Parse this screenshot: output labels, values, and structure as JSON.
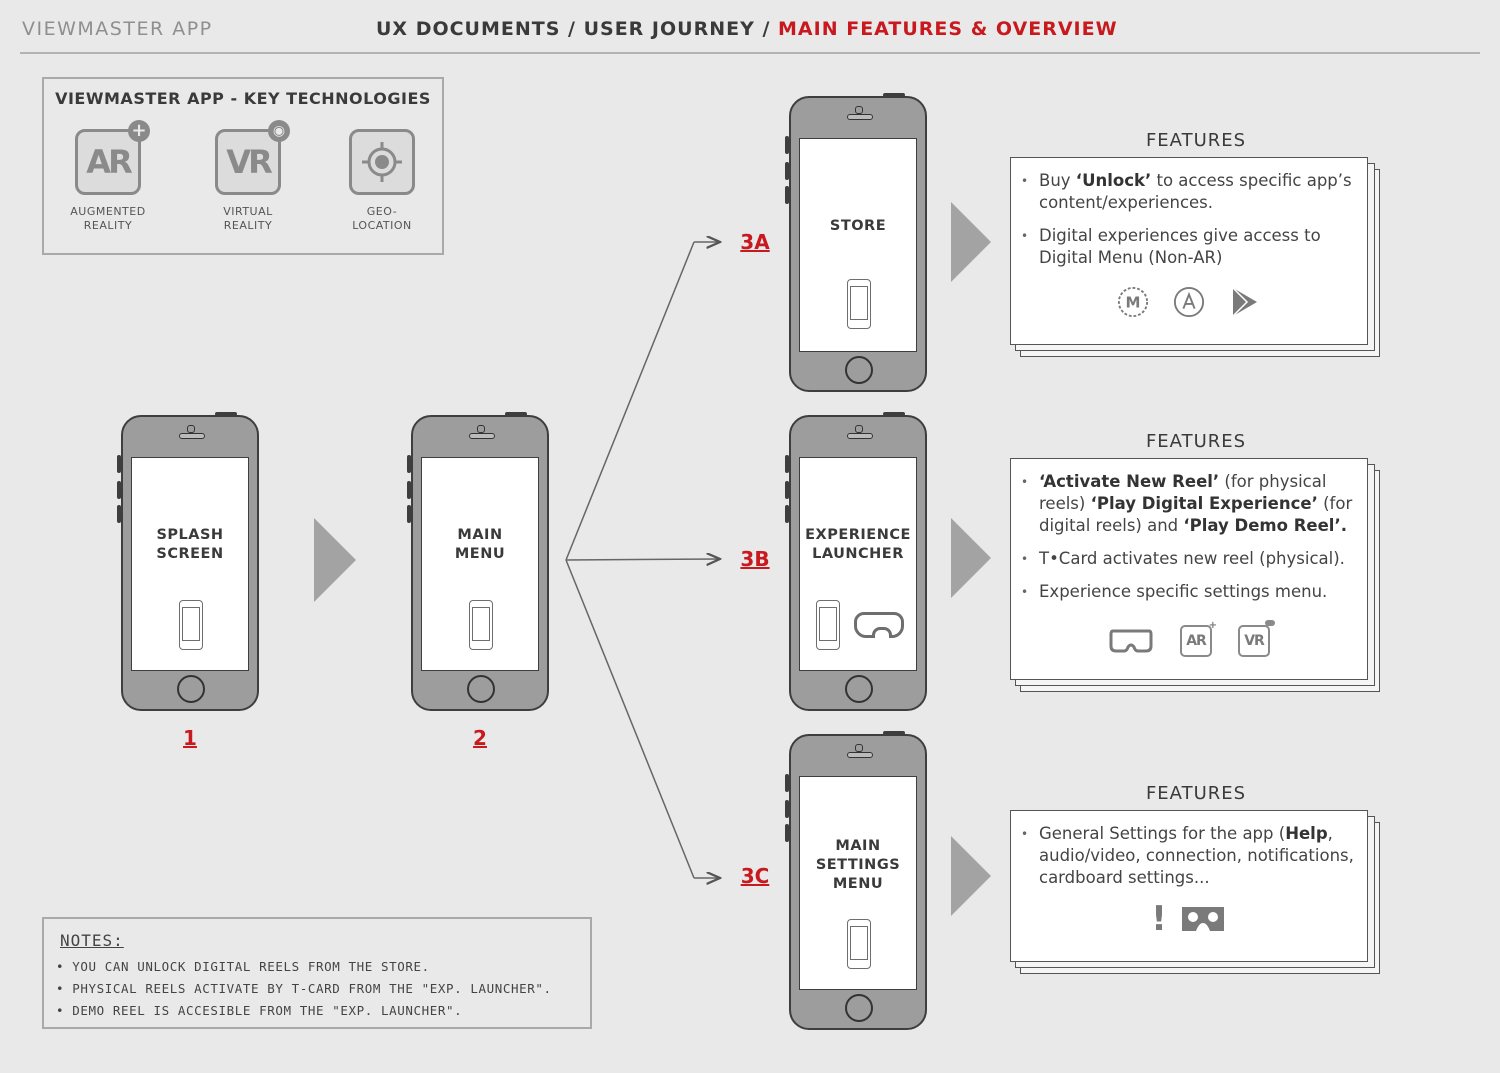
{
  "header": {
    "app_title": "VIEWMASTER APP",
    "crumb_prefix": "UX DOCUMENTS / USER JOURNEY / ",
    "crumb_highlight": "MAIN FEATURES & OVERVIEW"
  },
  "key_technologies": {
    "title": "VIEWMASTER APP - KEY TECHNOLOGIES",
    "items": [
      {
        "icon_text": "AR",
        "badge": "+",
        "label_line1": "AUGMENTED",
        "label_line2": "REALITY"
      },
      {
        "icon_text": "VR",
        "badge": "◉",
        "label_line1": "VIRTUAL",
        "label_line2": "REALITY"
      },
      {
        "icon_text": "",
        "badge": "",
        "label_line1": "GEO-",
        "label_line2": "LOCATION"
      }
    ]
  },
  "screens": {
    "splash": {
      "line1": "SPLASH",
      "line2": "SCREEN",
      "step": "1"
    },
    "main_menu": {
      "line1": "MAIN",
      "line2": "MENU",
      "step": "2"
    },
    "store": {
      "line1": "STORE",
      "step": "3A"
    },
    "launcher": {
      "line1": "EXPERIENCE",
      "line2": "LAUNCHER",
      "step": "3B"
    },
    "settings": {
      "line1": "MAIN",
      "line2": "SETTINGS",
      "line3": "MENU",
      "step": "3C"
    }
  },
  "features": {
    "store": {
      "title": "FEATURES",
      "b1_pre": "Buy ",
      "b1_bold": "‘Unlock’",
      "b1_post": " to access specific app’s content/experiences.",
      "b2": "Digital experiences give access to Digital Menu (Non-AR)"
    },
    "launcher": {
      "title": "FEATURES",
      "b1_bold1": "‘Activate New Reel’",
      "b1_mid1": " (for physical reels) ",
      "b1_bold2": "‘Play Digital Experience’",
      "b1_mid2": " (for digital reels) and ",
      "b1_bold3": "‘Play Demo Reel’.",
      "b2": "T•Card activates new reel (physical).",
      "b3": "Experience specific settings menu.",
      "icon_ar": "AR",
      "icon_vr": "VR"
    },
    "settings": {
      "title": "FEATURES",
      "b1_pre": "General Settings for the app (",
      "b1_bold": "Help",
      "b1_post": ", audio/video, connection, notifications, cardboard settings...",
      "icon_help": "!"
    }
  },
  "notes": {
    "title": "NOTES:",
    "lines": [
      "• YOU CAN UNLOCK DIGITAL REELS FROM THE STORE.",
      "• PHYSICAL REELS ACTIVATE BY T-CARD FROM THE \"EXP. LAUNCHER\".",
      "• DEMO REEL IS ACCESIBLE FROM THE \"EXP. LAUNCHER\"."
    ]
  }
}
